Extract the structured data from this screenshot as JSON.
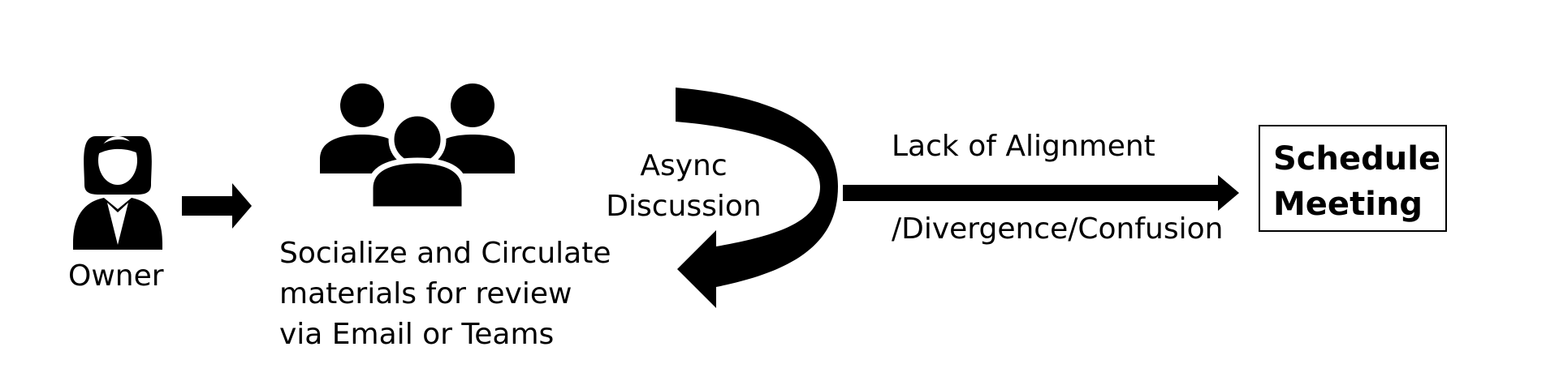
{
  "owner": {
    "label": "Owner"
  },
  "socialize": {
    "lines": [
      "Socialize and Circulate",
      "materials for review",
      "via Email or Teams"
    ]
  },
  "async": {
    "lines": [
      "Async",
      "Discussion"
    ]
  },
  "transition": {
    "top": "Lack of Alignment",
    "bottom": "/Divergence/Confusion"
  },
  "schedule": {
    "lines": [
      "Schedule",
      "Meeting"
    ]
  },
  "icons": {
    "owner": "woman-person-icon",
    "group": "group-people-icon",
    "arrow_small": "right-arrow-icon",
    "curved": "curved-return-arrow-icon",
    "arrow_long": "long-right-arrow-icon"
  }
}
